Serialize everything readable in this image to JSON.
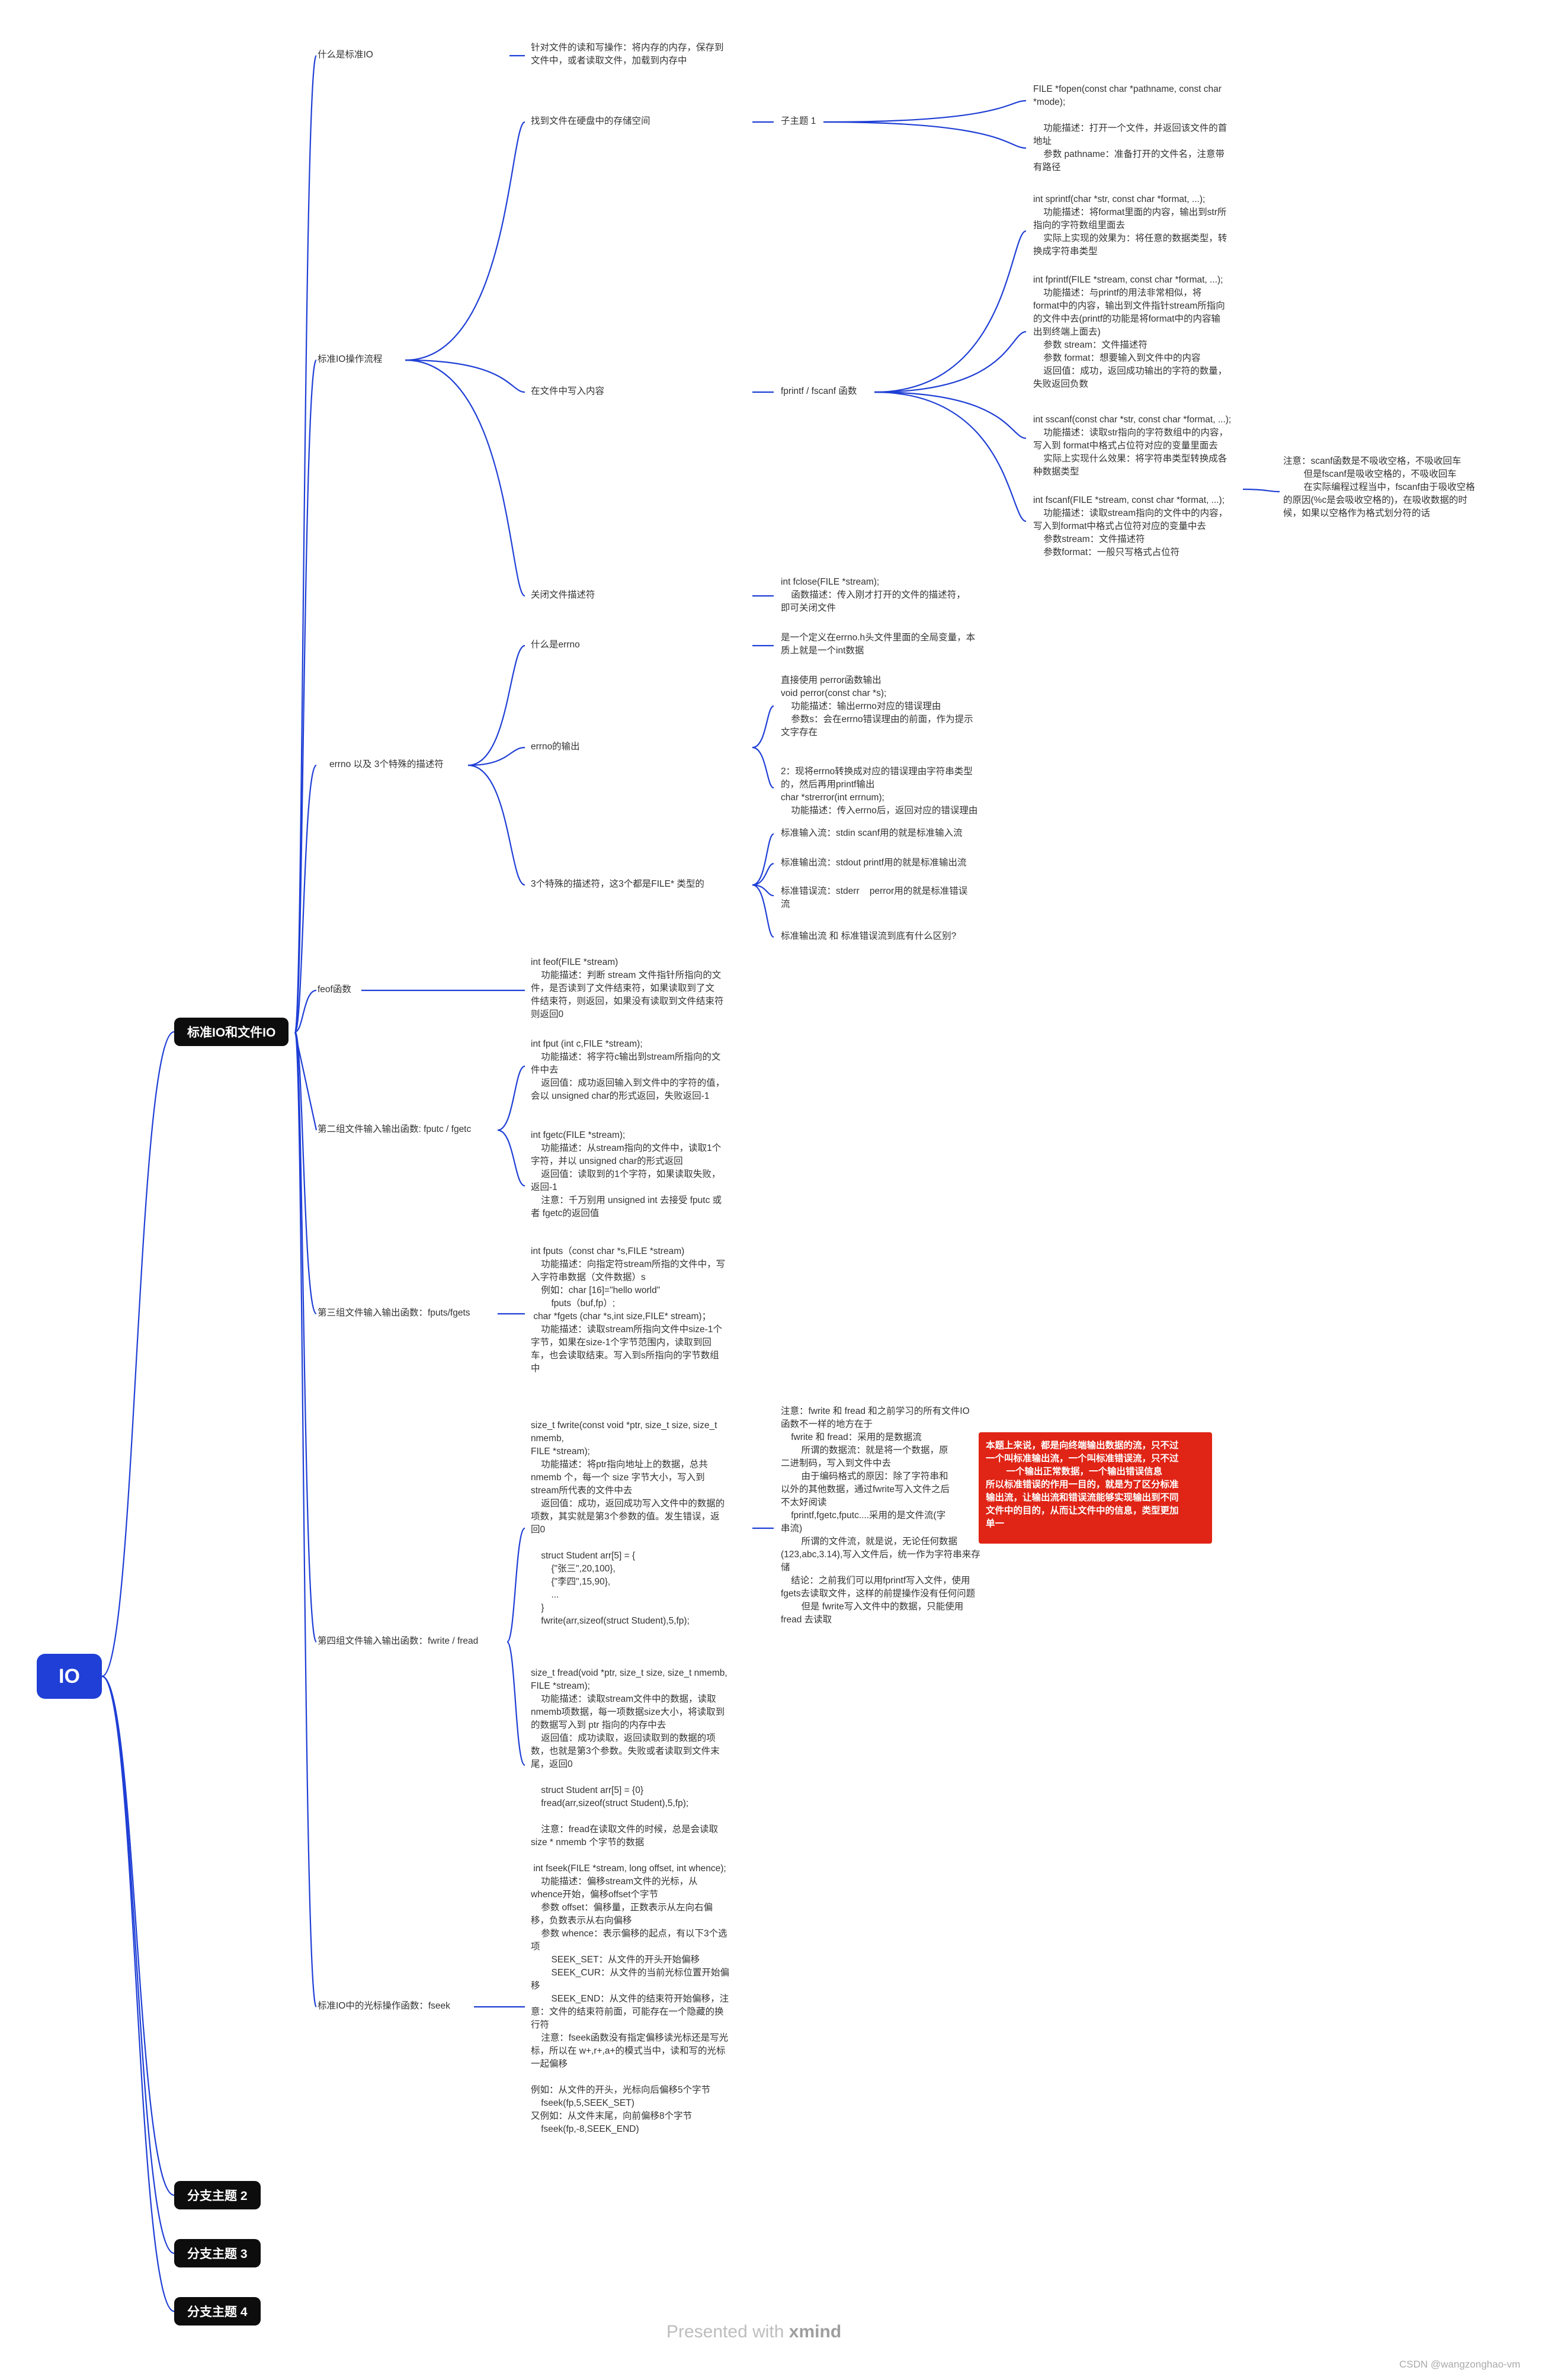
{
  "colors": {
    "line": "#1f3fd6",
    "root_bg": "#1f3fd6",
    "main_bg": "#0d0d0d",
    "callout_bg": "#e02415"
  },
  "root": "IO",
  "main_topics": [
    "标准IO和文件IO",
    "分支主题 2",
    "分支主题 3",
    "分支主题 4"
  ],
  "l1": [
    "什么是标准IO",
    "标准IO操作流程",
    "errno 以及 3个特殊的描述符",
    "feof函数",
    "第二组文件输入输出函数: fputc / fgetc",
    "第三组文件输入输出函数：fputs/fgets",
    "第四组文件输入输出函数：fwrite / fread",
    "标准IO中的光标操作函数：fseek"
  ],
  "l2": {
    "std_io_def": "针对文件的读和写操作：将内存的内存，保存到\n文件中，或者读取文件，加载到内存中",
    "find_file": "找到文件在硬盘中的存储空间",
    "write_file": "在文件中写入内容",
    "close_file": "关闭文件描述符",
    "what_errno": "什么是errno",
    "errno_output": "errno的输出",
    "three_fd": "3个特殊的描述符，这3个都是FILE* 类型的",
    "feof_body": "int feof(FILE *stream)\n    功能描述：判断 stream 文件指针所指向的文\n件，是否读到了文件结束符，如果读取到了文\n件结束符，则返回，如果没有读取到文件结束符\n则返回0",
    "fputc_body": "int fput (int c,FILE *stream);\n    功能描述：将字符c输出到stream所指向的文\n件中去\n    返回值：成功返回输入到文件中的字符的值，\n会以 unsigned char的形式返回，失败返回-1\n\n\nint fgetc(FILE *stream);\n    功能描述：从stream指向的文件中，读取1个\n字符，并以 unsigned char的形式返回\n    返回值：读取到的1个字符，如果读取失败，\n返回-1\n    注意：千万别用 unsigned int 去接受 fputc 或\n者 fgetc的返回值",
    "fputs_body": "int fputs（const char *s,FILE *stream)\n    功能描述：向指定符stream所指的文件中，写\n入字符串数据（文件数据）s\n    例如：char [16]=\"hello world\"\n        fputs（buf,fp）;\n char *fgets (char *s,int size,FILE* stream)；\n    功能描述：读取stream所指向文件中size-1个\n字节，如果在size-1个字节范围内，读取到回\n车，也会读取结束。写入到s所指向的字节数组\n中",
    "fwrite_body": "size_t fwrite(const void *ptr, size_t size, size_t\nnmemb,\nFILE *stream);\n    功能描述：将ptr指向地址上的数据，总共\nnmemb 个，每一个 size 字节大小，写入到\nstream所代表的文件中去\n    返回值：成功，返回成功写入文件中的数据的\n项数，其实就是第3个参数的值。发生错误，返\n回0\n\n    struct Student arr[5] = {\n        {\"张三\",20,100},\n        {\"李四\",15,90},\n        ...\n    }\n    fwrite(arr,sizeof(struct Student),5,fp);\n\n\n\nsize_t fread(void *ptr, size_t size, size_t nmemb,\nFILE *stream);\n    功能描述：读取stream文件中的数据，读取\nnmemb项数据，每一项数据size大小，将读取到\n的数据写入到 ptr 指向的内存中去\n    返回值：成功读取，返回读取到的数据的项\n数，也就是第3个参数。失败或者读取到文件末\n尾，返回0\n\n    struct Student arr[5] = {0}\n    fread(arr,sizeof(struct Student),5,fp);\n\n    注意：fread在读取文件的时候，总是会读取\nsize * nmemb 个字节的数据",
    "fseek_body": " int fseek(FILE *stream, long offset, int whence);\n    功能描述：偏移stream文件的光标，从\nwhence开始，偏移offset个字节\n    参数 offset：偏移量，正数表示从左向右偏\n移，负数表示从右向偏移\n    参数 whence：表示偏移的起点，有以下3个选\n项\n        SEEK_SET：从文件的开头开始偏移\n        SEEK_CUR：从文件的当前光标位置开始偏\n移\n        SEEK_END：从文件的结束符开始偏移，注\n意：文件的结束符前面，可能存在一个隐藏的换\n行符\n    注意：fseek函数没有指定偏移读光标还是写光\n标，所以在 w+,r+,a+的模式当中，读和写的光标\n一起偏移\n\n例如：从文件的开头，光标向后偏移5个字节\n    fseek(fp,5,SEEK_SET)\n又例如：从文件末尾，向前偏移8个字节\n    fseek(fp,-8,SEEK_END)"
  },
  "l3": {
    "subtopic1": "子主题 1",
    "printf_scanf": "fprintf / fscanf 函数",
    "fclose_body": "int fclose(FILE *stream);\n    函数描述：传入刚才打开的文件的描述符，\n即可关闭文件",
    "errno_def": "是一个定义在errno.h头文件里面的全局变量，本\n质上就是一个int数据",
    "perror_block": "直接使用 perror函数输出\nvoid perror(const char *s);\n    功能描述：输出errno对应的错误理由\n    参数s：会在errno错误理由的前面，作为提示\n文字存在\n\n\n2：现将errno转换成对应的错误理由字符串类型\n的，然后再用printf输出\nchar *strerror(int errnum);\n    功能描述：传入errno后，返回对应的错误理由",
    "stdin": "标准输入流：stdin    scanf用的就是标准输入流",
    "stdout": "标准输出流：stdout    printf用的就是标准输出流",
    "stderr": "标准错误流：stderr    perror用的就是标准错误\n流",
    "diff_q": "标准输出流 和 标准错误流到底有什么区别?",
    "fwrite_note": "注意：fwrite 和 fread 和之前学习的所有文件IO\n函数不一样的地方在于\n    fwrite 和 fread：采用的是数据流\n        所谓的数据流：就是将一个数据，原\n二进制码，写入到文件中去\n        由于编码格式的原因：除了字符串和\n以外的其他数据，通过fwrite写入文件之后\n不太好阅读\n    fprintf,fgetc,fputc....采用的是文件流(字\n串流)\n        所谓的文件流，就是说，无论任何数据\n(123,abc,3.14),写入文件后，统一作为字符串来存\n储\n    结论：之前我们可以用fprintf写入文件，使用\nfgets去读取文件，这样的前提操作没有任何问题\n        但是 fwrite写入文件中的数据，只能使用\nfread 去读取"
  },
  "l4": {
    "fopen": "FILE *fopen(const char *pathname, const char\n*mode);\n\n    功能描述：打开一个文件，并返回该文件的首\n地址\n    参数 pathname：准备打开的文件名，注意带\n有路径",
    "sprintf": "int sprintf(char *str, const char *format, ...);\n    功能描述：将format里面的内容，输出到str所\n指向的字符数组里面去\n    实际上实现的效果为：将任意的数据类型，转\n换成字符串类型",
    "fprintf": "int fprintf(FILE *stream, const char *format, ...);\n    功能描述：与printf的用法非常相似，将\nformat中的内容，输出到文件指针stream所指向\n的文件中去(printf的功能是将format中的内容输\n出到终端上面去)\n    参数 stream：文件描述符\n    参数 format：想要输入到文件中的内容\n    返回值：成功，返回成功输出的字符的数量，\n失败返回负数",
    "sscanf": "int sscanf(const char *str, const char *format, ...);\n    功能描述：读取str指向的字符数组中的内容，\n写入到 format中格式占位符对应的变量里面去\n    实际上实现什么效果：将字符串类型转换成各\n种数据类型",
    "fscanf": "int fscanf(FILE *stream, const char *format, ...);\n    功能描述：读取stream指向的文件中的内容，\n写入到format中格式占位符对应的变量中去\n    参数stream：文件描述符\n    参数format：一般只写格式占位符",
    "fscanf_note": "注意：scanf函数是不吸收空格，不吸收回车\n        但是fscanf是吸收空格的，不吸收回车\n        在实际编程过程当中，fscanf由于吸收空格\n的原因(%c是会吸收空格的)，在吸收数据的时\n候，如果以空格作为格式划分符的话"
  },
  "callout": "本题上来说，都是向终端输出数据的流，只不过\n一个叫标准输出流，一个叫标准错误流，只不过\n        一个输出正常数据，一个输出错误信息\n所以标准错误的作用一目的，就是为了区分标准\n输出流，让输出流和错误流能够实现输出到不同\n文件中的目的，从而让文件中的信息，类型更加\n单一",
  "footer": {
    "presented": "Presented with",
    "brand": "xmind"
  },
  "credit": "CSDN @wangzonghao-vm"
}
